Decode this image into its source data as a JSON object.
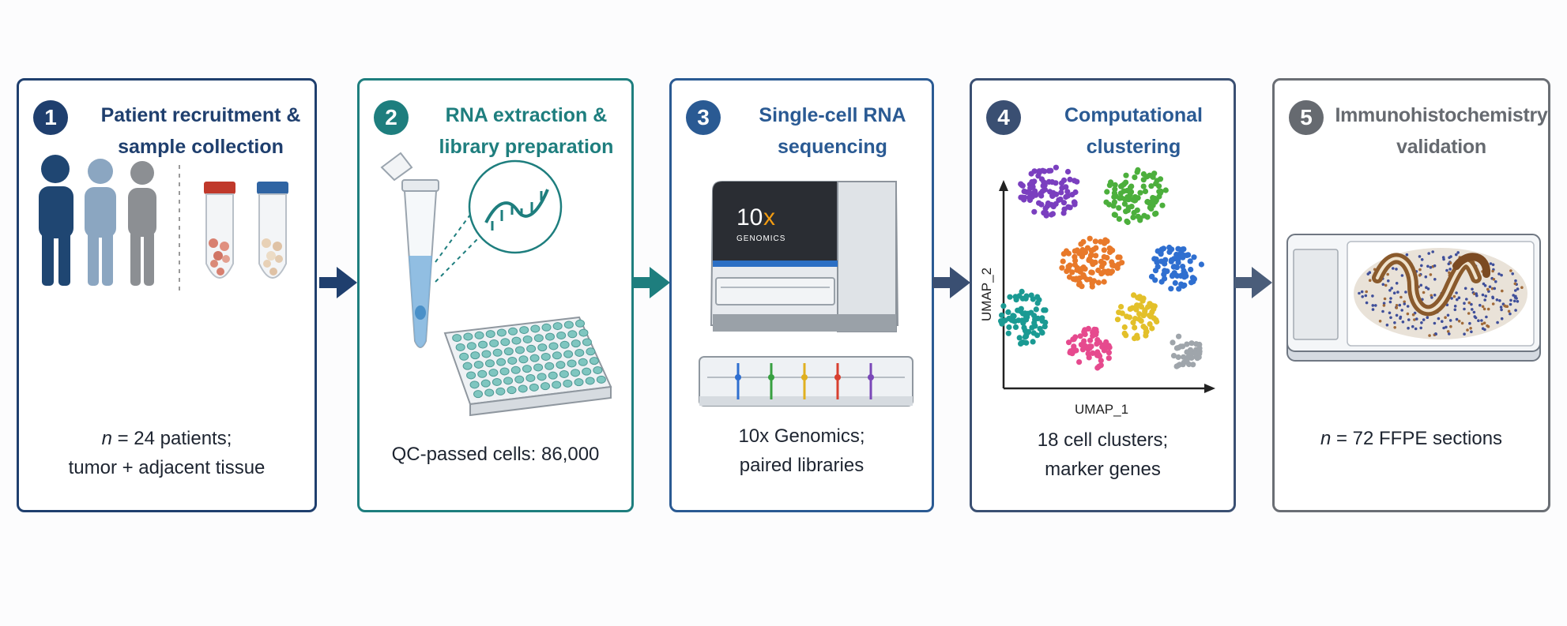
{
  "steps": [
    {
      "number": "1",
      "title_line1": "Patient recruitment &",
      "title_line2": "sample collection",
      "caption_italic": "n",
      "caption_line1": " = 24 patients;",
      "caption_line2": "tumor + adjacent tissue",
      "color": "#1f3f6e"
    },
    {
      "number": "2",
      "title_line1": "RNA extraction &",
      "title_line2": "library preparation",
      "caption_line1": "QC-passed cells: 86,000",
      "color": "#1e7e7e"
    },
    {
      "number": "3",
      "title_line1": "Single-cell RNA",
      "title_line2": "sequencing",
      "caption_line1": "10x Genomics;",
      "caption_line2": "paired libraries",
      "color": "#2a5a93"
    },
    {
      "number": "4",
      "title_line1": "Computational",
      "title_line2": "clustering",
      "caption_line1": "18 cell clusters;",
      "caption_line2": "marker genes",
      "color": "#3a4f72"
    },
    {
      "number": "5",
      "title_line1": "Immunohistochemistry",
      "title_line2": "validation",
      "caption_italic": "n",
      "caption_line1": " = 72 FFPE sections",
      "color": "#666a70"
    }
  ],
  "sequencer": {
    "logo_main": "10",
    "logo_x": "x",
    "logo_sub": "GENOMICS"
  },
  "umap": {
    "xlabel": "UMAP_1",
    "ylabel": "UMAP_2"
  },
  "icons": [
    "people-icon",
    "sample-tube-icon",
    "microtube-icon",
    "dna-strand-icon",
    "well-plate-icon",
    "sequencer-icon",
    "flow-cell-icon",
    "umap-scatter-icon",
    "histology-slide-icon",
    "arrow-right-icon"
  ]
}
